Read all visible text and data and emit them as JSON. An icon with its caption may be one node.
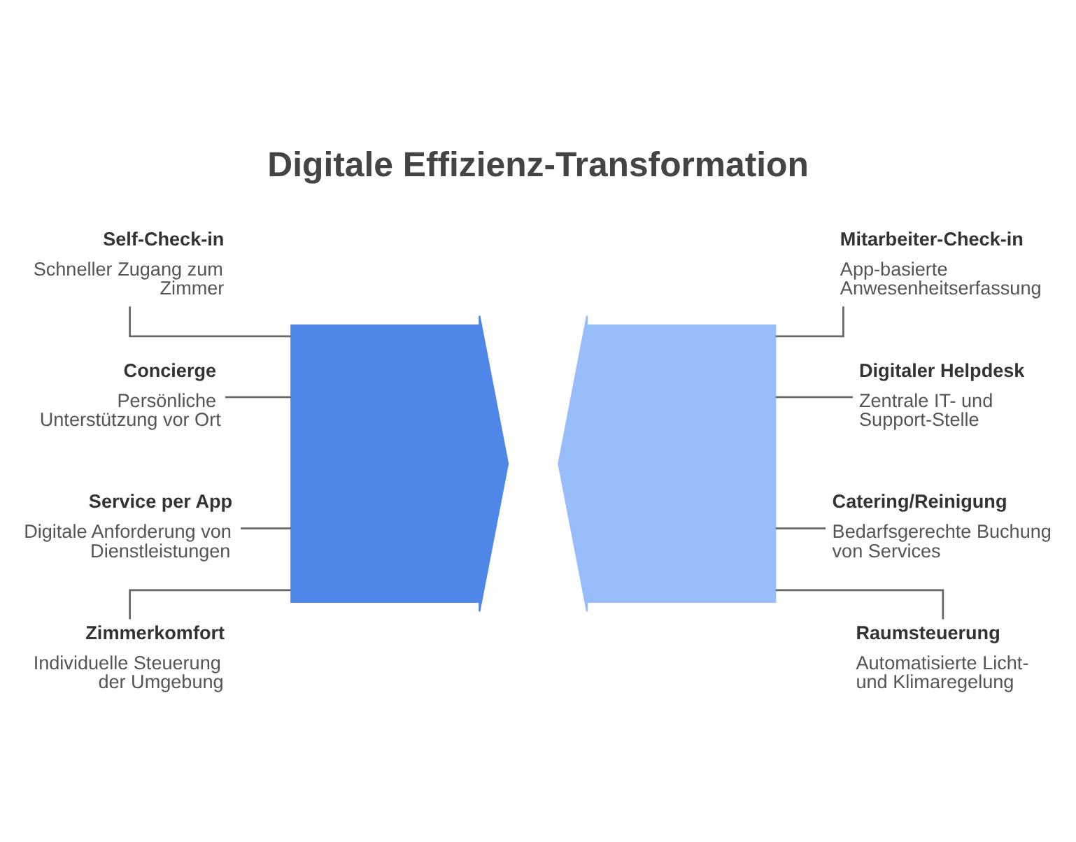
{
  "diagram": {
    "title": "Digitale Effizienz-Transformation",
    "nodes": [
      {
        "text": [
          "Self-Check-in",
          "Schneller Zugang zum Zimmer"
        ]
      },
      {
        "text": [
          "Concierge",
          "Persönliche Unterstützung vor Ort"
        ]
      },
      {
        "text": [
          "Service per App",
          "Digitale Anforderung von Dienstleistungen"
        ]
      },
      {
        "text": [
          "Zimmerkomfort",
          "Individuelle Steuerung der Umgebung"
        ]
      },
      {
        "text": [],
        "shape": "arrow"
      },
      {
        "text": [],
        "shape": "arrow"
      },
      {
        "text": [
          "Mitarbeiter-Check-in",
          "App-basierte Anwesenheitserfassung"
        ]
      },
      {
        "text": [
          "Digitaler Helpdesk",
          "Zentrale IT- und Support-Stelle"
        ]
      },
      {
        "text": [
          "Catering/Reinigung",
          "Bedarfsgerechte Buchung von Services"
        ]
      },
      {
        "text": [
          "Raumsteuerung",
          "Automatisierte Licht- und Klimaregelung"
        ]
      }
    ],
    "edges": [
      {
        "from": 0,
        "to": 4,
        "arrow": "none"
      },
      {
        "from": 1,
        "to": 4,
        "arrow": "none"
      },
      {
        "from": 2,
        "to": 4,
        "arrow": "none"
      },
      {
        "from": 3,
        "to": 4,
        "arrow": "none"
      },
      {
        "from": 5,
        "to": 6,
        "arrow": "none"
      },
      {
        "from": 5,
        "to": 7,
        "arrow": "none"
      },
      {
        "from": 5,
        "to": 8,
        "arrow": "none"
      },
      {
        "from": 5,
        "to": 9,
        "arrow": "none"
      }
    ]
  }
}
